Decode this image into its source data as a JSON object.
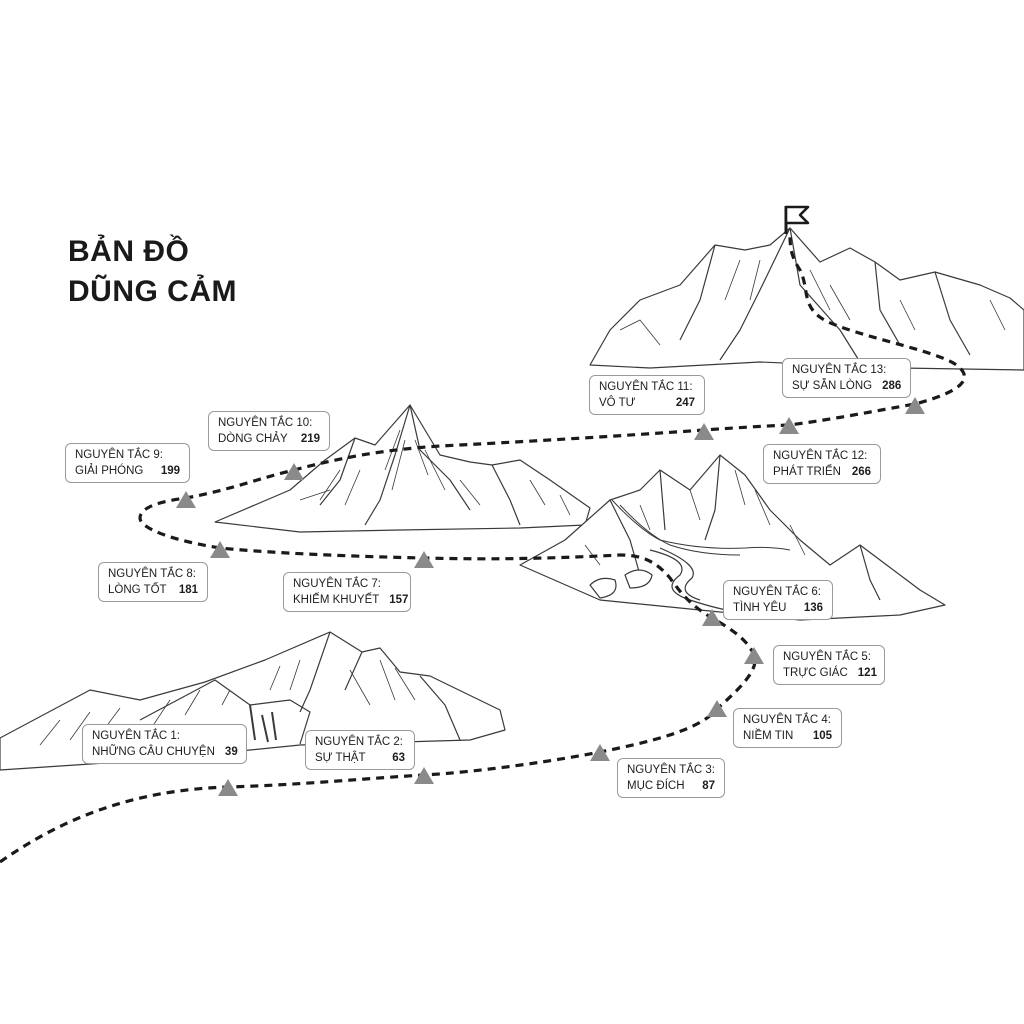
{
  "title": {
    "line1": "BẢN ĐỒ",
    "line2": "DŨNG CẢM"
  },
  "colors": {
    "path": "#1a1a1a",
    "marker": "#8a8a8a",
    "mountain_stroke": "#3a3a3a",
    "label_border": "#9a9a9a"
  },
  "principles": [
    {
      "heading": "NGUYÊN TẮC 1:",
      "name": "NHỮNG CÂU CHUYỆN",
      "page": "39"
    },
    {
      "heading": "NGUYÊN TẮC 2:",
      "name": "SỰ THẬT",
      "page": "63"
    },
    {
      "heading": "NGUYÊN TẮC 3:",
      "name": "MỤC ĐÍCH",
      "page": "87"
    },
    {
      "heading": "NGUYÊN TẮC 4:",
      "name": "NIỀM TIN",
      "page": "105"
    },
    {
      "heading": "NGUYÊN TẮC 5:",
      "name": "TRỰC GIÁC",
      "page": "121"
    },
    {
      "heading": "NGUYÊN TẮC 6:",
      "name": "TÌNH YÊU",
      "page": "136"
    },
    {
      "heading": "NGUYÊN TẮC 7:",
      "name": "KHIẾM KHUYẾT",
      "page": "157"
    },
    {
      "heading": "NGUYÊN TẮC 8:",
      "name": "LÒNG TỐT",
      "page": "181"
    },
    {
      "heading": "NGUYÊN TẮC 9:",
      "name": "GIẢI PHÓNG",
      "page": "199"
    },
    {
      "heading": "NGUYÊN TẮC 10:",
      "name": "DÒNG CHẢY",
      "page": "219"
    },
    {
      "heading": "NGUYÊN TẮC 11:",
      "name": "VÔ TƯ",
      "page": "247"
    },
    {
      "heading": "NGUYÊN TẮC 12:",
      "name": "PHÁT TRIỂN",
      "page": "266"
    },
    {
      "heading": "NGUYÊN TẮC 13:",
      "name": "SỰ SẴN LÒNG",
      "page": "286"
    }
  ],
  "icons": {
    "summit": "flag-icon",
    "milestone": "triangle-marker-icon"
  }
}
